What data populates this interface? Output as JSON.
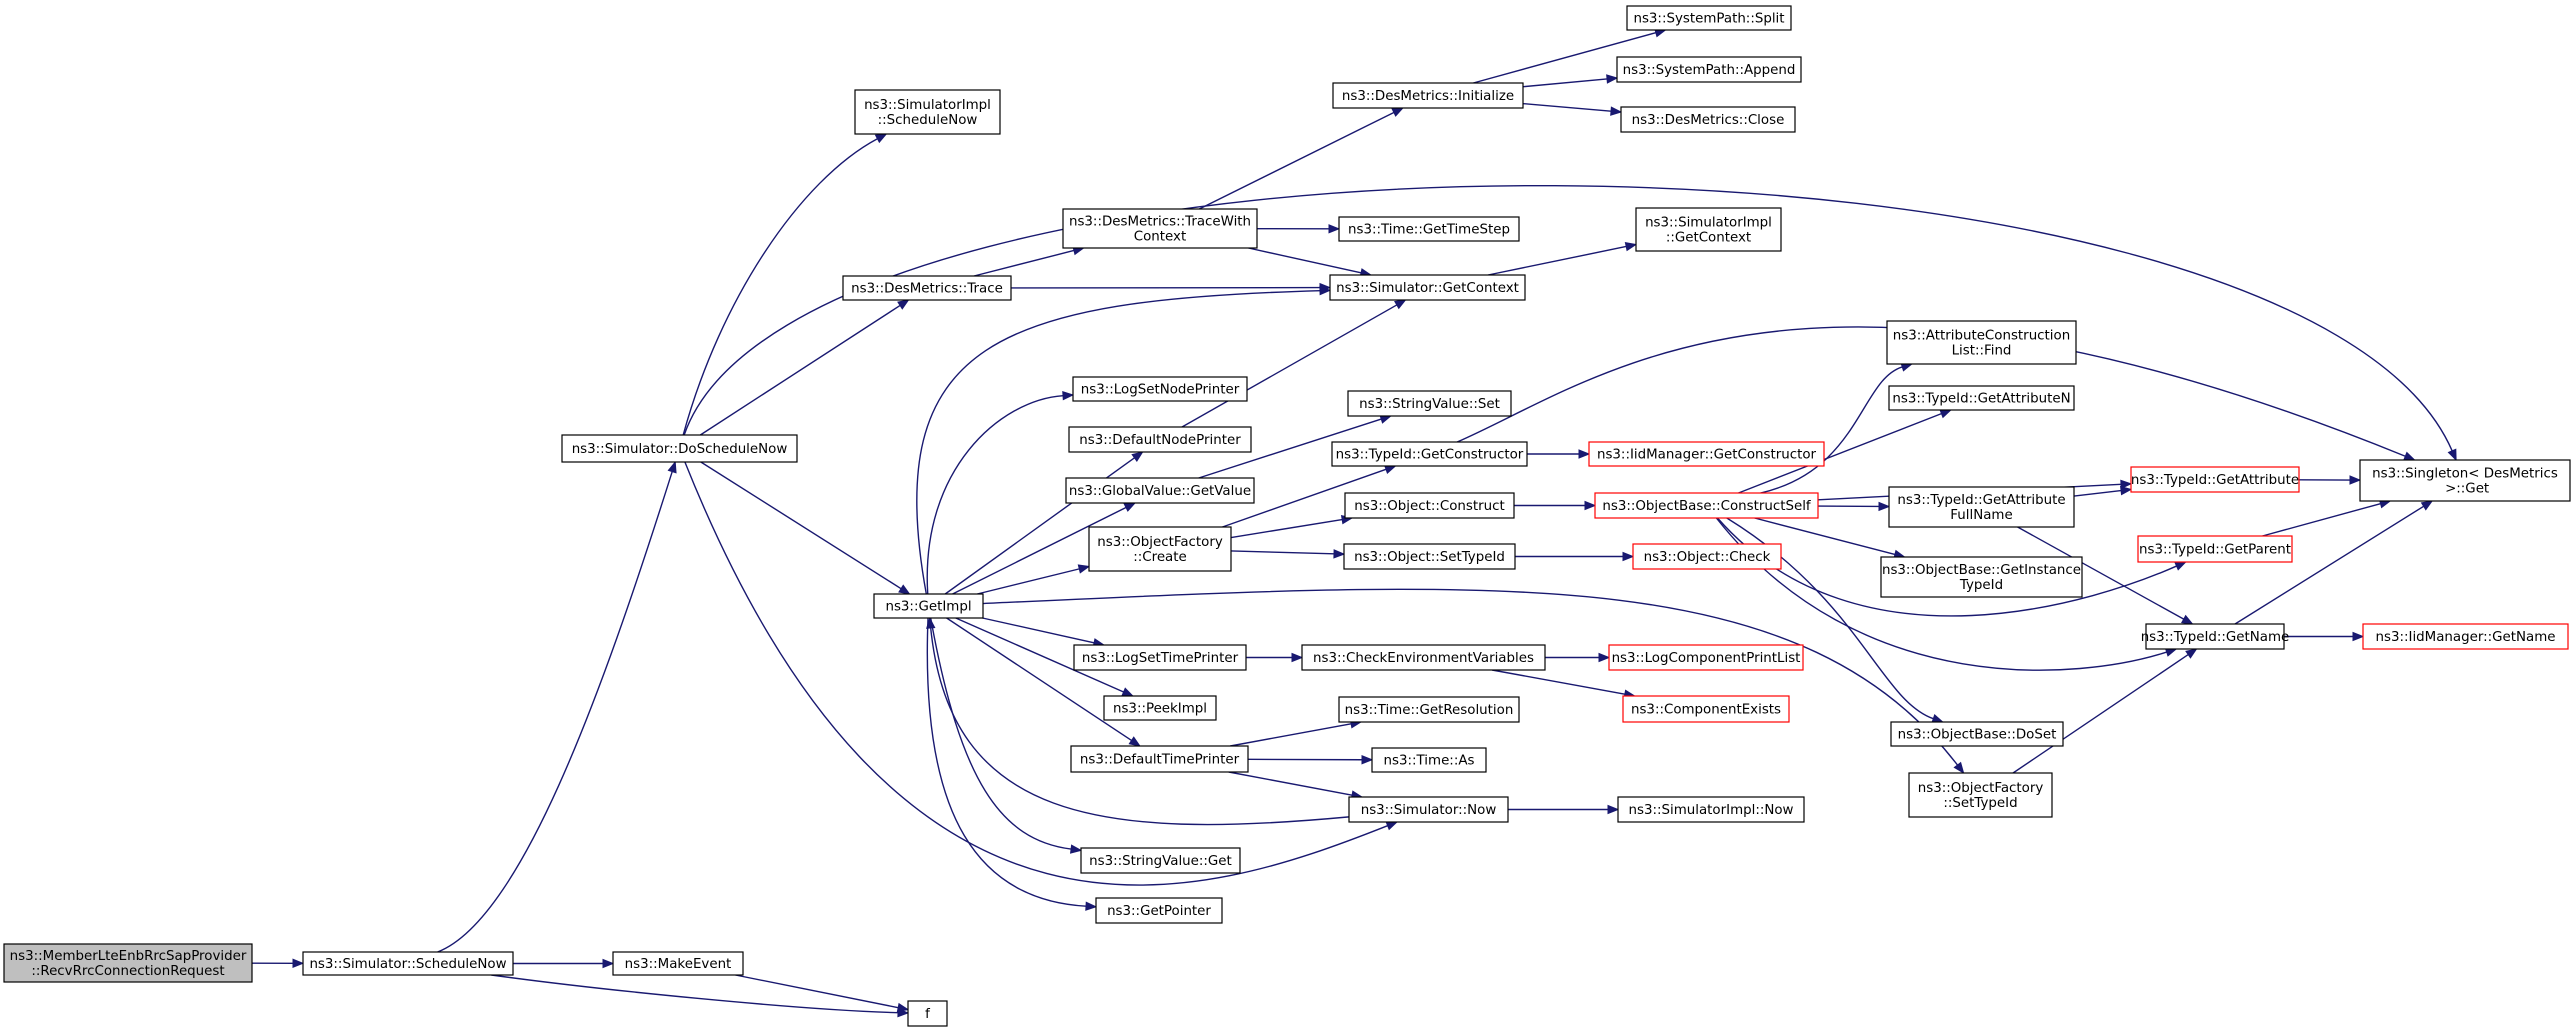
{
  "colors": {
    "edge": "#191970",
    "root_fill": "#bfbfbf",
    "truncated_border": "#ff0000",
    "node_border": "#000000"
  },
  "nodes": [
    {
      "id": "root",
      "lines": [
        "ns3::MemberLteEnbRrcSapProvider",
        "::RecvRrcConnectionRequest"
      ],
      "style": "root"
    },
    {
      "id": "schedNow",
      "lines": [
        "ns3::Simulator::ScheduleNow"
      ]
    },
    {
      "id": "makeEvent",
      "lines": [
        "ns3::MakeEvent"
      ]
    },
    {
      "id": "f",
      "lines": [
        "f"
      ]
    },
    {
      "id": "doSched",
      "lines": [
        "ns3::Simulator::DoScheduleNow"
      ]
    },
    {
      "id": "simImplSched",
      "lines": [
        "ns3::SimulatorImpl",
        "::ScheduleNow"
      ]
    },
    {
      "id": "dmTrace",
      "lines": [
        "ns3::DesMetrics::Trace"
      ]
    },
    {
      "id": "dmTraceCtx",
      "lines": [
        "ns3::DesMetrics::TraceWith",
        "Context"
      ]
    },
    {
      "id": "dmInit",
      "lines": [
        "ns3::DesMetrics::Initialize"
      ]
    },
    {
      "id": "spSplit",
      "lines": [
        "ns3::SystemPath::Split"
      ]
    },
    {
      "id": "spAppend",
      "lines": [
        "ns3::SystemPath::Append"
      ]
    },
    {
      "id": "dmClose",
      "lines": [
        "ns3::DesMetrics::Close"
      ]
    },
    {
      "id": "timeStep",
      "lines": [
        "ns3::Time::GetTimeStep"
      ]
    },
    {
      "id": "simImplCtx",
      "lines": [
        "ns3::SimulatorImpl",
        "::GetContext"
      ]
    },
    {
      "id": "simGetCtx",
      "lines": [
        "ns3::Simulator::GetContext"
      ]
    },
    {
      "id": "getImpl",
      "lines": [
        "ns3::GetImpl"
      ]
    },
    {
      "id": "logNodePr",
      "lines": [
        "ns3::LogSetNodePrinter"
      ]
    },
    {
      "id": "defNodePr",
      "lines": [
        "ns3::DefaultNodePrinter"
      ]
    },
    {
      "id": "gvGet",
      "lines": [
        "ns3::GlobalValue::GetValue"
      ]
    },
    {
      "id": "svSet",
      "lines": [
        "ns3::StringValue::Set"
      ]
    },
    {
      "id": "ofCreate",
      "lines": [
        "ns3::ObjectFactory",
        "::Create"
      ]
    },
    {
      "id": "tidGetCtor",
      "lines": [
        "ns3::TypeId::GetConstructor"
      ]
    },
    {
      "id": "iidGetCtor",
      "lines": [
        "ns3::IidManager::GetConstructor"
      ],
      "style": "trunc"
    },
    {
      "id": "objConstruct",
      "lines": [
        "ns3::Object::Construct"
      ]
    },
    {
      "id": "obConstructSelf",
      "lines": [
        "ns3::ObjectBase::ConstructSelf"
      ],
      "style": "trunc"
    },
    {
      "id": "objSetTid",
      "lines": [
        "ns3::Object::SetTypeId"
      ]
    },
    {
      "id": "objCheck",
      "lines": [
        "ns3::Object::Check"
      ],
      "style": "trunc"
    },
    {
      "id": "aclFind",
      "lines": [
        "ns3::AttributeConstruction",
        "List::Find"
      ]
    },
    {
      "id": "tidGetAttrN",
      "lines": [
        "ns3::TypeId::GetAttributeN"
      ]
    },
    {
      "id": "tidGetAttrFull",
      "lines": [
        "ns3::TypeId::GetAttribute",
        "FullName"
      ]
    },
    {
      "id": "tidGetAttr",
      "lines": [
        "ns3::TypeId::GetAttribute"
      ],
      "style": "trunc"
    },
    {
      "id": "singletonGet",
      "lines": [
        "ns3::Singleton< DesMetrics",
        " >::Get"
      ]
    },
    {
      "id": "obGetInstTid",
      "lines": [
        "ns3::ObjectBase::GetInstance",
        "TypeId"
      ]
    },
    {
      "id": "tidGetParent",
      "lines": [
        "ns3::TypeId::GetParent"
      ],
      "style": "trunc"
    },
    {
      "id": "tidGetName",
      "lines": [
        "ns3::TypeId::GetName"
      ]
    },
    {
      "id": "iidGetName",
      "lines": [
        "ns3::IidManager::GetName"
      ],
      "style": "trunc"
    },
    {
      "id": "logTimePr",
      "lines": [
        "ns3::LogSetTimePrinter"
      ]
    },
    {
      "id": "checkEnv",
      "lines": [
        "ns3::CheckEnvironmentVariables"
      ]
    },
    {
      "id": "logCompPrint",
      "lines": [
        "ns3::LogComponentPrintList"
      ],
      "style": "trunc"
    },
    {
      "id": "compExists",
      "lines": [
        "ns3::ComponentExists"
      ],
      "style": "trunc"
    },
    {
      "id": "peekImpl",
      "lines": [
        "ns3::PeekImpl"
      ]
    },
    {
      "id": "defTimePr",
      "lines": [
        "ns3::DefaultTimePrinter"
      ]
    },
    {
      "id": "timeGetRes",
      "lines": [
        "ns3::Time::GetResolution"
      ]
    },
    {
      "id": "timeAs",
      "lines": [
        "ns3::Time::As"
      ]
    },
    {
      "id": "simNow",
      "lines": [
        "ns3::Simulator::Now"
      ]
    },
    {
      "id": "simImplNow",
      "lines": [
        "ns3::SimulatorImpl::Now"
      ]
    },
    {
      "id": "obDoSet",
      "lines": [
        "ns3::ObjectBase::DoSet"
      ]
    },
    {
      "id": "ofSetTid",
      "lines": [
        "ns3::ObjectFactory",
        "::SetTypeId"
      ]
    },
    {
      "id": "svGet",
      "lines": [
        "ns3::StringValue::Get"
      ]
    },
    {
      "id": "getPointer",
      "lines": [
        "ns3::GetPointer"
      ]
    }
  ]
}
